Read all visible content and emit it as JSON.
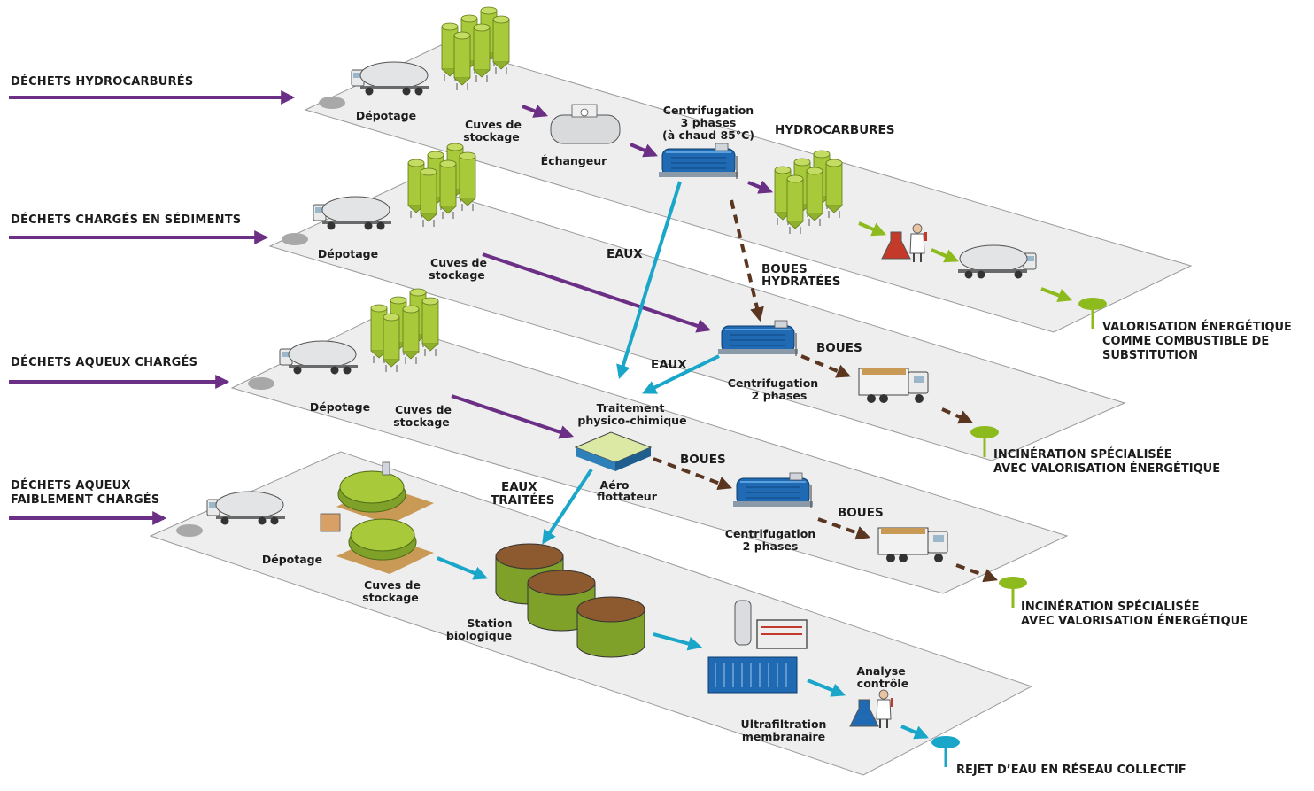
{
  "inputs": {
    "hydrocarbures": "DÉCHETS HYDROCARBURÉS",
    "sediments": "DÉCHETS CHARGÉS EN SÉDIMENTS",
    "aqueux": "DÉCHETS AQUEUX CHARGÉS",
    "faible_line1": "DÉCHETS AQUEUX",
    "faible_line2": "FAIBLEMENT CHARGÉS"
  },
  "equipment": {
    "depotage": "Dépotage",
    "cuves_line1": "Cuves de",
    "cuves_line2": "stockage",
    "echangeur": "Échangeur",
    "centri3_line1": "Centrifugation",
    "centri3_line2": "3 phases",
    "centri3_line3": "(à chaud 85°C)",
    "centri2_line1": "Centrifugation",
    "centri2_line2": "2 phases",
    "traitement_line1": "Traitement",
    "traitement_line2": "physico-chimique",
    "aero_line1": "Aéro",
    "aero_line2": "flottateur",
    "station_line1": "Station",
    "station_line2": "biologique",
    "ultra_line1": "Ultrafiltration",
    "ultra_line2": "membranaire",
    "analyse_line1": "Analyse",
    "analyse_line2": "contrôle"
  },
  "flows": {
    "hydrocarbures": "HYDROCARBURES",
    "eaux": "EAUX",
    "boues_hydratees_line1": "BOUES",
    "boues_hydratees_line2": "HYDRATÉES",
    "boues": "BOUES",
    "eaux_traitees_line1": "EAUX",
    "eaux_traitees_line2": "TRAITÉES"
  },
  "outputs": {
    "valorisation_line1": "VALORISATION ÉNERGÉTIQUE",
    "valorisation_line2": "COMME COMBUSTIBLE DE",
    "valorisation_line3": "SUBSTITUTION",
    "incineration_line1": "INCINÉRATION SPÉCIALISÉE",
    "incineration_line2": "AVEC VALORISATION ÉNERGÉTIQUE",
    "rejet": "REJET D’EAU EN RÉSEAU COLLECTIF"
  },
  "colors": {
    "input_arrow": "#6b2f86",
    "water": "#1aa6c9",
    "sludge": "#5a3620",
    "green_output": "#8dbb1d",
    "platform": "#eeeeee",
    "tank": "#a7c93a",
    "centrifuge": "#1f6ab3"
  },
  "icons": [
    "tanker-truck-icon",
    "storage-silos-icon",
    "heat-exchanger-icon",
    "centrifuge-icon",
    "dump-truck-icon",
    "lab-flask-icon",
    "scientist-icon",
    "flotation-tank-icon",
    "bio-reactor-icon",
    "ultrafiltration-icon",
    "output-pin-icon"
  ]
}
